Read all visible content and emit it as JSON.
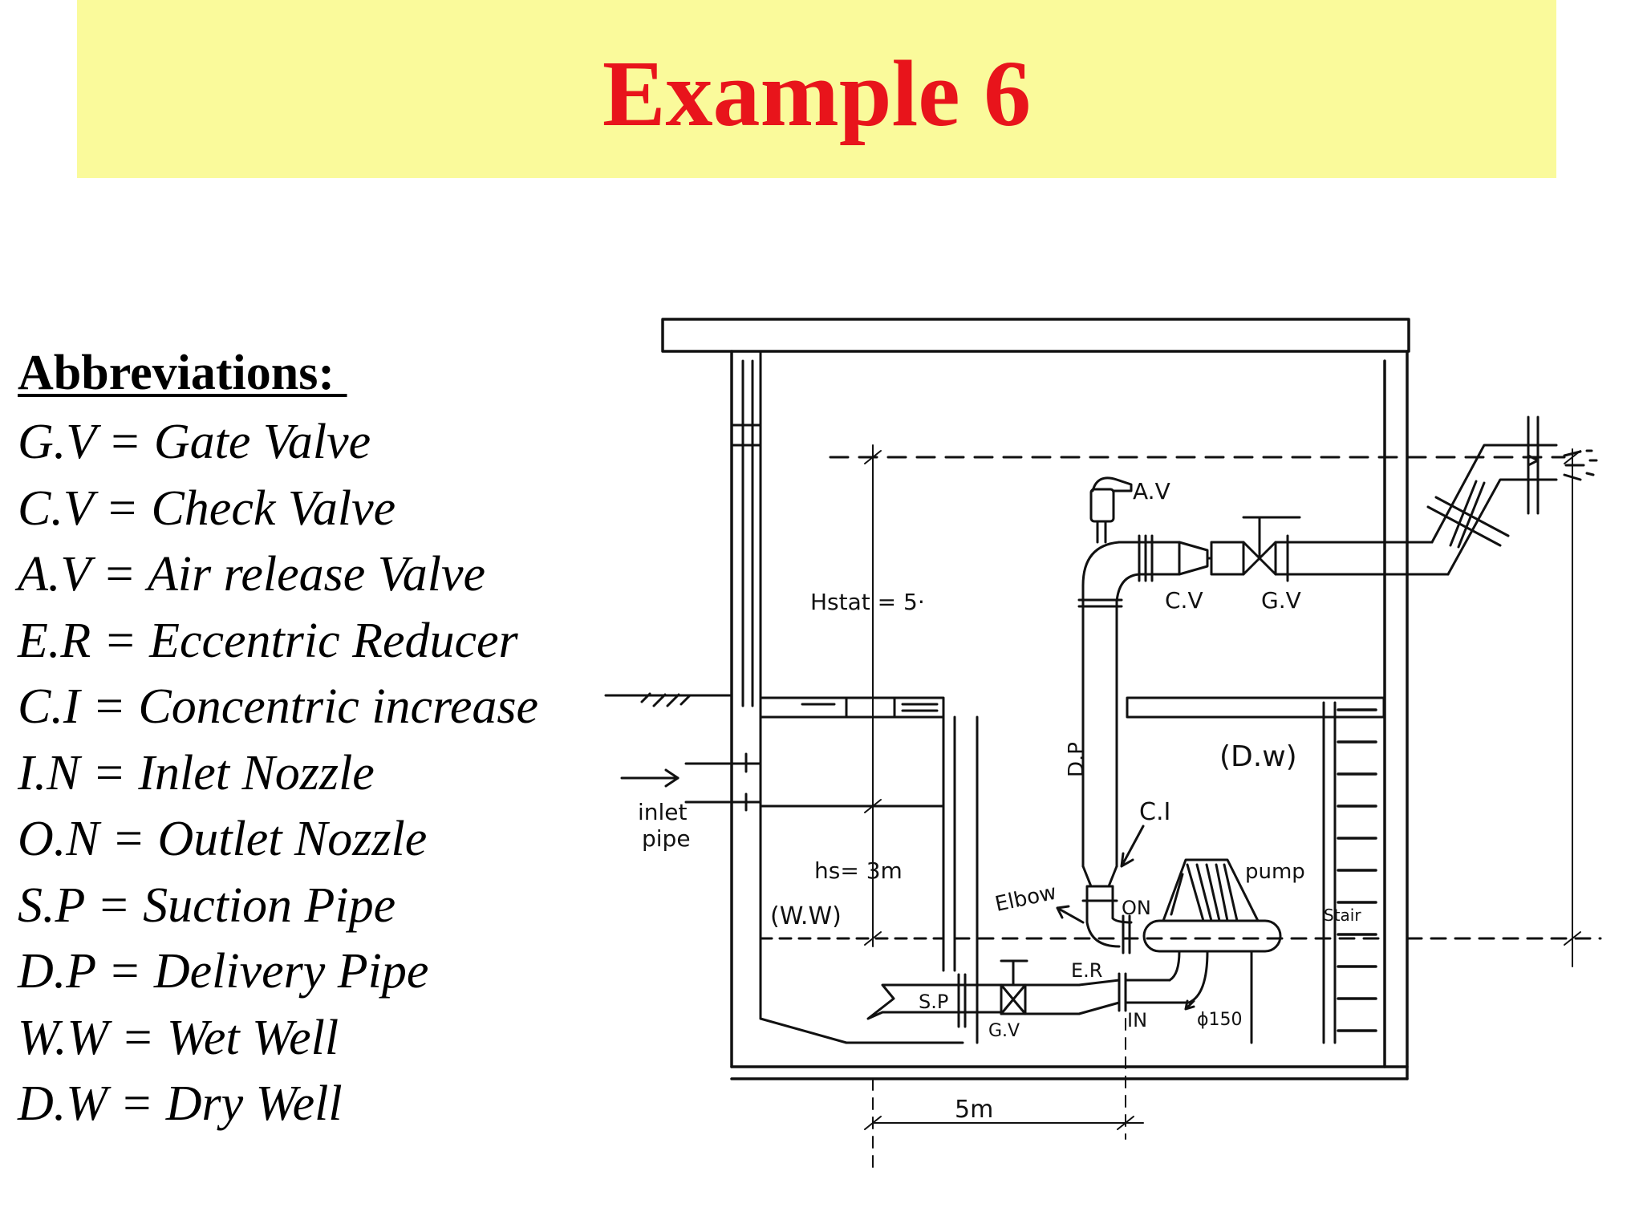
{
  "slide": {
    "title": "Example 6"
  },
  "abbreviations": {
    "heading": "Abbreviations: ",
    "items": [
      "G.V = Gate Valve",
      "C.V = Check Valve",
      "A.V = Air release Valve",
      "E.R = Eccentric Reducer",
      "C.I = Concentric increase",
      "I.N = Inlet Nozzle",
      "O.N = Outlet Nozzle",
      "S.P = Suction Pipe",
      "D.P = Delivery Pipe",
      "W.W = Wet Well",
      "D.W = Dry Well"
    ]
  },
  "diagram": {
    "labels": {
      "av": "A.V",
      "cv": "C.V",
      "gv_top": "G.V",
      "hstat": "Hstat = 5·",
      "dw": "(D.w)",
      "dp": "D.P",
      "ci": "C.I",
      "inlet_pipe_1": "inlet",
      "inlet_pipe_2": "pipe",
      "hs": "hs= 3m",
      "ww": "(W.W)",
      "elbow": "Elbow",
      "on": "ON",
      "pump": "pump",
      "stair": "Stair",
      "er": "E.R",
      "sp": "S.P",
      "gv_bottom": "G.V",
      "in": "IN",
      "phi": "ϕ150",
      "dim_5m": "5m"
    }
  }
}
